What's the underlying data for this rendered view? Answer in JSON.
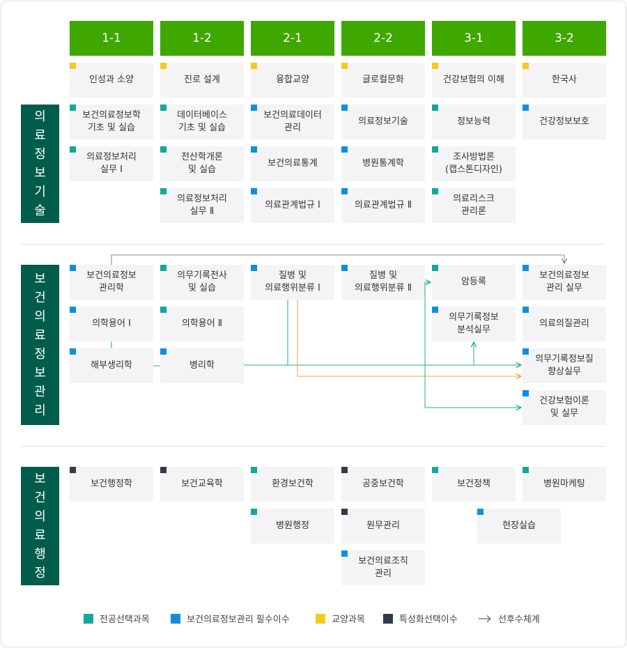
{
  "colors": {
    "semester_bg": "#3ea800",
    "category_bg": "#005d4b",
    "major_elective": "#13a89a",
    "required": "#0f8fdb",
    "liberal_arts": "#f5c91e",
    "specialized": "#303a4b",
    "arrow_green": "#1bb37a",
    "arrow_orange": "#f0a530",
    "arrow_gray": "#888888"
  },
  "semesters": [
    "1-1",
    "1-2",
    "2-1",
    "2-2",
    "3-1",
    "3-2"
  ],
  "categories": {
    "info_tech": [
      "의",
      "료",
      "정",
      "보",
      "기",
      "술"
    ],
    "info_mgmt": [
      "보",
      "건",
      "의",
      "료",
      "정",
      "보",
      "관",
      "리"
    ],
    "admin": [
      "보",
      "건",
      "의",
      "료",
      "행",
      "정"
    ]
  },
  "courses": {
    "liberal_1_1": "인성과 소양",
    "liberal_1_2": "진로 설계",
    "liberal_2_1": "융합교양",
    "liberal_2_2": "글로컬문화",
    "liberal_3_1": "건강보험의 이해",
    "liberal_3_2": "한국사",
    "it_1_1_a": "보건의료정보학\n기초 및 실습",
    "it_1_1_b": "의료정보처리\n실무 Ⅰ",
    "it_1_2_a": "데이터베이스\n기초 및 실습",
    "it_1_2_b": "전산학개론\n및 실습",
    "it_1_2_c": "의료정보처리\n실무 Ⅱ",
    "it_2_1_a": "보건의료데이터\n관리",
    "it_2_1_b": "보건의료통계",
    "it_2_1_c": "의료관계법규 Ⅰ",
    "it_2_2_a": "의료정보기술",
    "it_2_2_b": "병원통계학",
    "it_2_2_c": "의료관계법규 Ⅱ",
    "it_3_1_a": "정보능력",
    "it_3_1_b": "조사방법론\n(캡스톤디자인)",
    "it_3_1_c": "의료리스크\n관리론",
    "it_3_2_a": "건강정보보호",
    "im_1_1_a": "보건의료정보\n관리학",
    "im_1_1_b": "의학용어 Ⅰ",
    "im_1_1_c": "해부생리학",
    "im_1_2_a": "의무기록전사\n및 실습",
    "im_1_2_b": "의학용어 Ⅱ",
    "im_1_2_c": "병리학",
    "im_2_1_a": "질병 및\n의료행위분류 Ⅰ",
    "im_2_2_a": "질병 및\n의료행위분류 Ⅱ",
    "im_3_1_a": "암등록",
    "im_3_1_b": "의무기록정보\n분석실무",
    "im_3_2_a": "보건의료정보\n관리 실무",
    "im_3_2_b": "의료의질관리",
    "im_3_2_c": "의무기록정보질\n향상실무",
    "im_3_2_d": "건강보험이론\n및 실무",
    "ad_1_1_a": "보건행정학",
    "ad_1_2_a": "보건교육학",
    "ad_2_1_a": "환경보건학",
    "ad_2_1_b": "병원행정",
    "ad_2_2_a": "공중보건학",
    "ad_2_2_b": "원무관리",
    "ad_2_2_c": "보건의료조직\n관리",
    "ad_3_1_a": "보건정책",
    "ad_3_2_a": "병원마케팅",
    "ad_3_x_a": "현장실습"
  },
  "legend": {
    "major_elective": "전공선택과목",
    "required": "보건의료정보관리 필수이수",
    "liberal_arts": "교양과목",
    "specialized": "특성화선택이수",
    "prerequisite": "선후수체계"
  }
}
